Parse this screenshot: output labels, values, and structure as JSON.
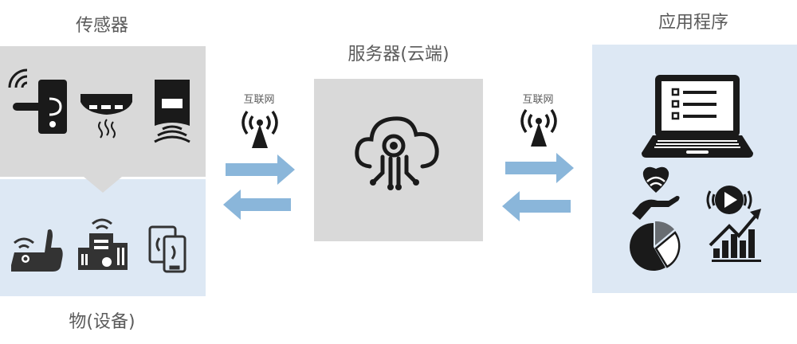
{
  "labels": {
    "sensors": "传感器",
    "things": "物(设备)",
    "server": "服务器(云端)",
    "apps": "应用程序",
    "internet_left": "互联网",
    "internet_right": "互联网"
  },
  "colors": {
    "panel_gray": "#d9d9d9",
    "panel_blue": "#dde8f4",
    "arrow": "#8ab6da",
    "icon": "#1a1a1a"
  },
  "icons": {
    "sensors": [
      "smart-lock-icon",
      "smoke-detector-icon",
      "motion-sensor-icon"
    ],
    "things": [
      "wearable-icon",
      "smart-building-icon",
      "mobile-devices-icon"
    ],
    "server": "cloud-circuit-icon",
    "apps": [
      "laptop-checklist-icon",
      "health-care-icon",
      "media-play-icon",
      "pie-chart-icon",
      "growth-chart-icon"
    ],
    "network": "antenna-icon"
  }
}
